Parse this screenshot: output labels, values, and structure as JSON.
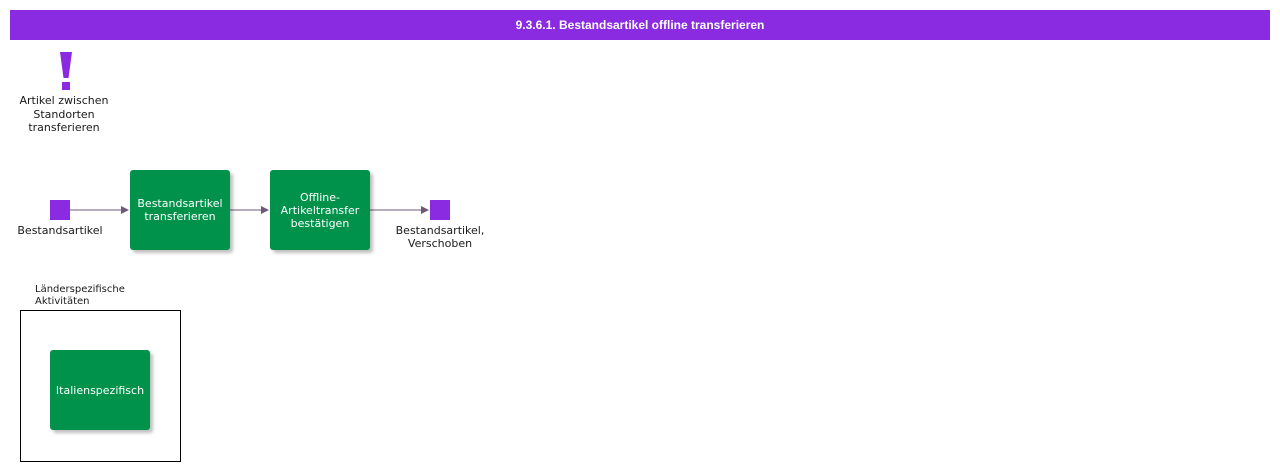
{
  "header": {
    "title": "9.3.6.1. Bestandsartikel offline transferieren"
  },
  "trigger": {
    "label": "Artikel zwischen Standorten transferieren",
    "icon": "exclamation-icon"
  },
  "events": {
    "start": {
      "label": "Bestandsartikel"
    },
    "end": {
      "label_line1": "Bestandsartikel,",
      "label_line2": "Verschoben"
    }
  },
  "functions": {
    "transfer": {
      "label": "Bestandsartikel transferieren"
    },
    "confirm": {
      "label_line1": "Offline-",
      "label_line2": "Artikeltransfer",
      "label_line3": "bestätigen"
    }
  },
  "group": {
    "title": "Länderspezifische Aktivitäten",
    "item": {
      "label": "Italienspezifisch"
    }
  },
  "colors": {
    "accent": "#8a2be2",
    "function": "#00924a",
    "connector": "#6e5a78"
  }
}
